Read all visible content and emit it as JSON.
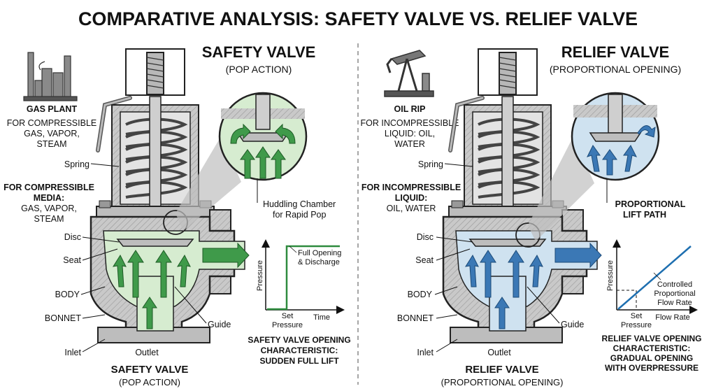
{
  "title": "COMPARATIVE ANALYSIS: SAFETY VALVE VS. RELIEF VALVE",
  "colors": {
    "safety_fluid": "#d6ecd0",
    "safety_arrow": "#3f9a4a",
    "relief_fluid": "#cfe2f0",
    "relief_arrow": "#3b78b5",
    "metal": "#c9c9c9",
    "metal_dark": "#8e8e8e",
    "plot_safety": "#2e8b3e",
    "plot_relief": "#1e6fb0"
  },
  "safety": {
    "heading": "SAFETY VALVE",
    "subheading": "(POP ACTION)",
    "plant_label": "GAS PLANT",
    "plant_icon": "gas-plant-icon",
    "service_text": [
      "FOR COMPRESSIBLE",
      "GAS, VAPOR,",
      "STEAM"
    ],
    "media_bold": [
      "FOR COMPRESSIBLE",
      "MEDIA:"
    ],
    "media_plain": [
      "GAS, VAPOR,",
      "STEAM"
    ],
    "labels": {
      "spring": "Spring",
      "disc": "Disc",
      "seat": "Seat",
      "body": "BODY",
      "bonnet": "BONNET",
      "inlet": "Inlet",
      "outlet": "Outlet",
      "guide": "Guide"
    },
    "zoom_caption": [
      "Huddling Chamber",
      "for Rapid Pop"
    ],
    "plot": {
      "ylabel": "Pressure",
      "xlabel": "Time",
      "xtick": [
        "Set",
        "Pressure"
      ],
      "annotation": [
        "Full Opening",
        "& Discharge"
      ]
    },
    "char_caption": [
      "SAFETY VALVE OPENING",
      "CHARACTERISTIC:",
      "SUDDEN FULL LIFT"
    ],
    "bottom_title": "SAFETY VALVE",
    "bottom_sub": "(POP ACTION)"
  },
  "relief": {
    "heading": "RELIEF VALVE",
    "subheading": "(PROPORTIONAL OPENING)",
    "plant_label": "OIL RIP",
    "plant_icon": "oil-pump-icon",
    "service_text": [
      "FOR INCOMPRESSIBLE",
      "LIQUID: OIL,",
      "WATER"
    ],
    "media_bold": [
      "FOR INCOMPRESSIBLE",
      "LIQUID:"
    ],
    "media_plain": [
      "OIL, WATER"
    ],
    "labels": {
      "spring": "Spring",
      "disc": "Disc",
      "seat": "Seat",
      "body": "BODY",
      "bonnet": "BONNET",
      "inlet": "Inlet",
      "outlet": "Outlet",
      "guide": "Guide"
    },
    "zoom_caption": [
      "PROPORTIONAL",
      "LIFT PATH"
    ],
    "plot": {
      "ylabel": "Pressure",
      "xlabel": "Flow Rate",
      "xtick": [
        "Set",
        "Pressure"
      ],
      "annotation": [
        "Controlled",
        "Proportional",
        "Flow Rate"
      ]
    },
    "char_caption": [
      "RELIEF VALVE OPENING",
      "CHARACTERISTIC:",
      "GRADUAL OPENING",
      "WITH OVERPRESSURE"
    ],
    "bottom_title": "RELIEF VALVE",
    "bottom_sub": "(PROPORTIONAL OPENING)"
  }
}
